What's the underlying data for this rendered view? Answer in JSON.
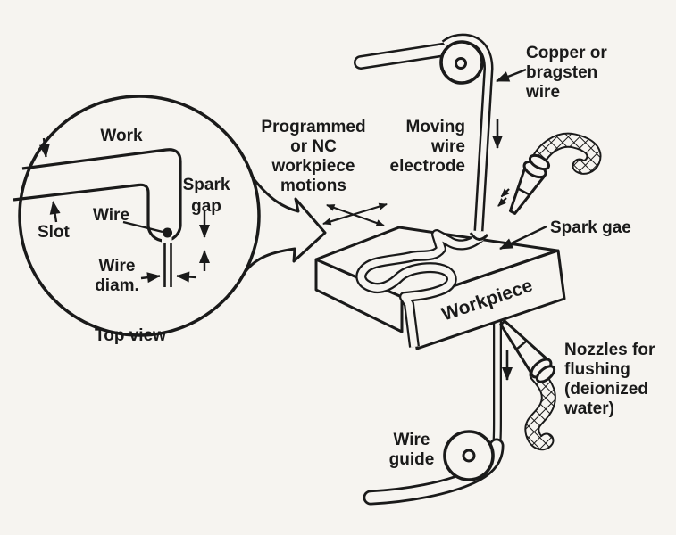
{
  "colors": {
    "ink": "#1a1a1a",
    "background": "#f6f4f0"
  },
  "inset": {
    "work": "Work",
    "slot": "Slot",
    "wire": "Wire",
    "spark_gap": [
      "Spark",
      "gap"
    ],
    "wire_diam": [
      "Wire",
      "diam."
    ],
    "caption": "Top view"
  },
  "machine": {
    "wire_material": [
      "Copper or",
      "bragsten",
      "wire"
    ],
    "electrode": [
      "Moving",
      "wire",
      "electrode"
    ],
    "motions": [
      "Programmed",
      "or NC",
      "workpiece",
      "motions"
    ],
    "spark_gap": "Spark gae",
    "workpiece": "Workpiece",
    "nozzles": [
      "Nozzles for",
      "flushing",
      "(deionized",
      "water)"
    ],
    "wire_guide": [
      "Wire",
      "guide"
    ]
  }
}
